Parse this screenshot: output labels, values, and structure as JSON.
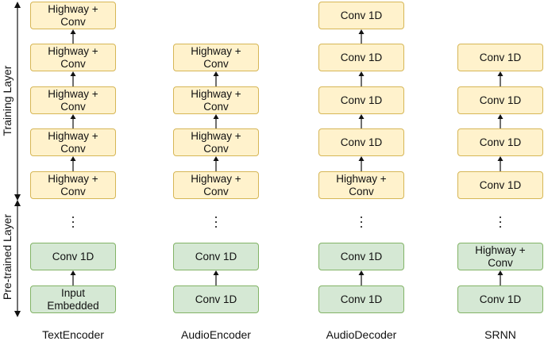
{
  "layers": {
    "training": "Training Layer",
    "pretrained": "Pre-trained Layer"
  },
  "columns": [
    {
      "name": "TextEncoder",
      "training": [
        "Highway +\nConv",
        "Highway +\nConv",
        "Highway +\nConv",
        "Highway +\nConv",
        "Highway +\nConv"
      ],
      "pretrained": [
        "Conv 1D",
        "Input\nEmbedded"
      ]
    },
    {
      "name": "AudioEncoder",
      "training": [
        "Highway +\nConv",
        "Highway +\nConv",
        "Highway +\nConv",
        "Highway +\nConv"
      ],
      "pretrained": [
        "Conv 1D",
        "Conv 1D"
      ]
    },
    {
      "name": "AudioDecoder",
      "training": [
        "Conv 1D",
        "Conv 1D",
        "Conv 1D",
        "Conv 1D",
        "Highway +\nConv"
      ],
      "pretrained": [
        "Conv 1D",
        "Conv 1D"
      ]
    },
    {
      "name": "SRNN",
      "training": [
        "Conv 1D",
        "Conv 1D",
        "Conv 1D",
        "Conv 1D"
      ],
      "pretrained": [
        "Highway +\nConv",
        "Conv 1D"
      ]
    }
  ],
  "ellipsis": ".\n.\n.",
  "colors": {
    "training_fill": "#fff2cc",
    "training_border": "#d6b656",
    "pretrained_fill": "#d5e8d4",
    "pretrained_border": "#82b366"
  }
}
